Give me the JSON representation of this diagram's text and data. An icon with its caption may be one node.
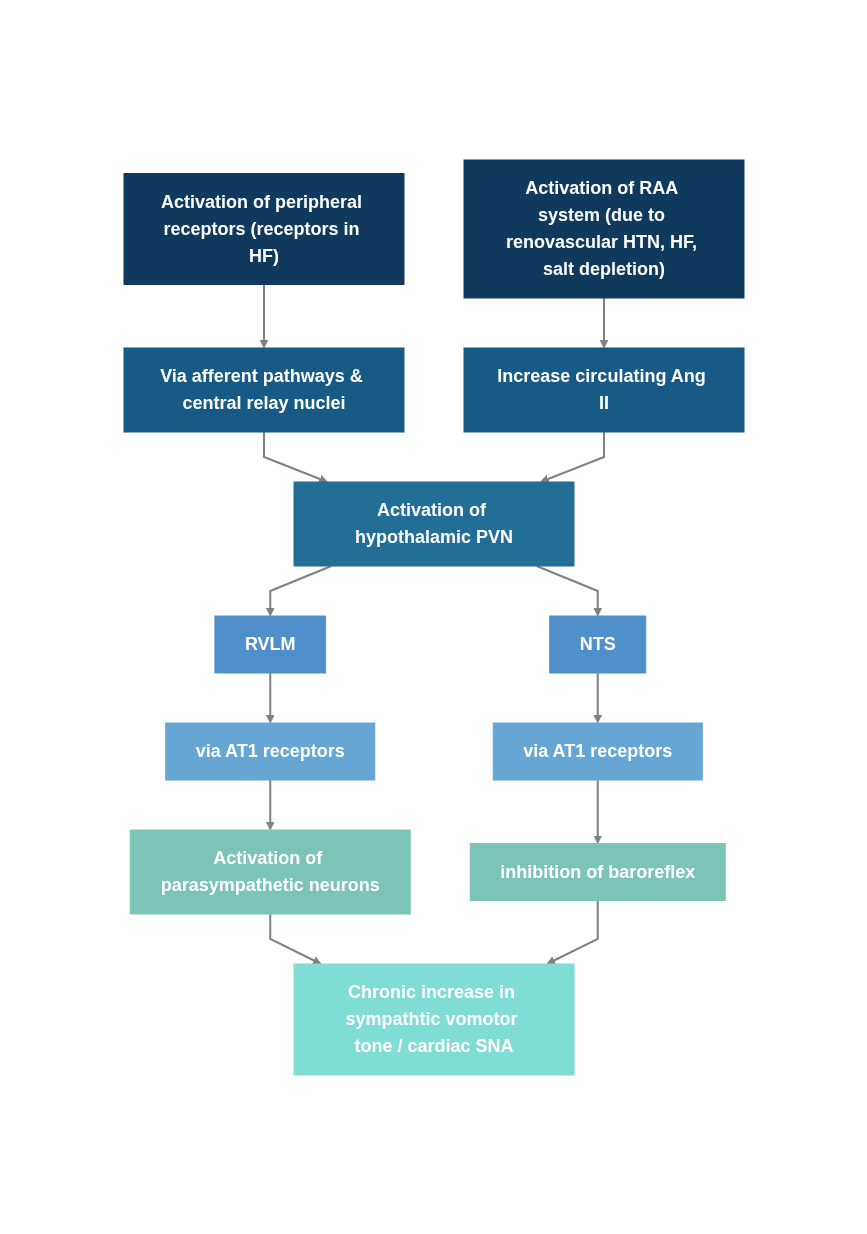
{
  "diagram": {
    "nodes": [
      {
        "text": [
          "Activation of peripheral receptors (receptors in HF)"
        ]
      },
      {
        "text": [
          "Activation of RAA system (due to renovascular HTN, HF, salt depletion)"
        ]
      },
      {
        "text": [
          "Via afferent pathways & central relay nuclei"
        ]
      },
      {
        "text": [
          "Increase circulating Ang II"
        ]
      },
      {
        "text": [
          "Activation of hypothalamic PVN"
        ]
      },
      {
        "text": [
          "RVLM"
        ]
      },
      {
        "text": [
          "NTS"
        ]
      },
      {
        "text": [
          "via AT1 receptors"
        ]
      },
      {
        "text": [
          "via AT1 receptors"
        ]
      },
      {
        "text": [
          "Activation of parasympathetic neurons"
        ]
      },
      {
        "text": [
          "inhibition of baroreflex"
        ]
      },
      {
        "text": [
          "Chronic increase in sympathtic vomotor tone / cardiac SNA"
        ]
      }
    ],
    "edges": [
      {
        "from": 0,
        "to": 2,
        "arrow": "to"
      },
      {
        "from": 1,
        "to": 3,
        "arrow": "to"
      },
      {
        "from": 2,
        "to": 4,
        "arrow": "to"
      },
      {
        "from": 3,
        "to": 4,
        "arrow": "to"
      },
      {
        "from": 4,
        "to": 5,
        "arrow": "to"
      },
      {
        "from": 4,
        "to": 6,
        "arrow": "to"
      },
      {
        "from": 5,
        "to": 7,
        "arrow": "to"
      },
      {
        "from": 6,
        "to": 8,
        "arrow": "to"
      },
      {
        "from": 7,
        "to": 9,
        "arrow": "to"
      },
      {
        "from": 8,
        "to": 10,
        "arrow": "to"
      },
      {
        "from": 9,
        "to": 11,
        "arrow": "to"
      },
      {
        "from": 10,
        "to": 11,
        "arrow": "to"
      }
    ]
  }
}
